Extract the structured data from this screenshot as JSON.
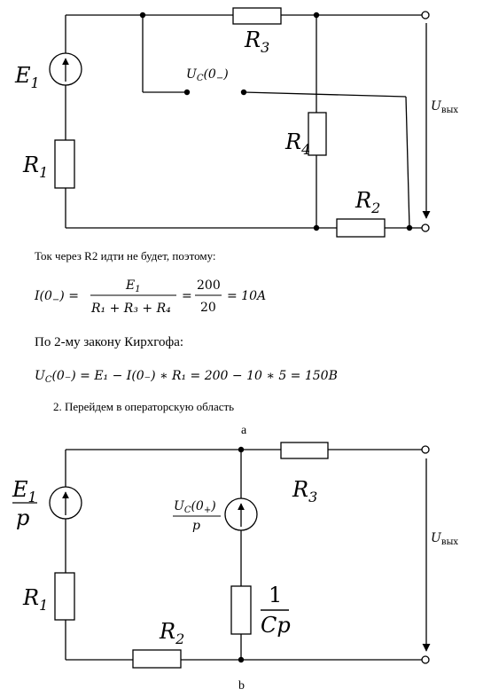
{
  "circuit_a": {
    "E1": "E",
    "E1_sub": "1",
    "R1": "R",
    "R1_sub": "1",
    "R3": "R",
    "R3_sub": "3",
    "R4": "R",
    "R4_sub": "4",
    "R2": "R",
    "R2_sub": "2",
    "uc0_minus": "U",
    "uc0_minus_sub": "C",
    "uc0_minus_arg": "(0",
    "uc0_minus_argsub": "−",
    "uc0_minus_close": ")",
    "uout": "U",
    "uout_sub": "вых",
    "caption": "а"
  },
  "text": {
    "line1": "Ток через R2 идти не будет, поэтому:",
    "eq1_lhs": "I(0",
    "eq1_lhs_sub": "−",
    "eq1_lhs_close": ") =",
    "eq1_num": "E",
    "eq1_num_sub": "1",
    "eq1_den": "R₁ + R₃ + R₄",
    "eq1_eq2": "=",
    "eq1_num2": "200",
    "eq1_den2": "20",
    "eq1_result": "= 10A",
    "line2": "По 2-му закону Кирхгофа:",
    "eq2": "U",
    "eq2_sub": "C",
    "eq2_rest": "(0₋) = E₁ − I(0₋) ∗ R₁ = 200 − 10 ∗ 5 = 150В",
    "step": "2.  Перейдем в операторскую область"
  },
  "circuit_b": {
    "E1p_num": "E",
    "E1p_num_sub": "1",
    "E1p_den": "p",
    "R1": "R",
    "R1_sub": "1",
    "R2": "R",
    "R2_sub": "2",
    "R3": "R",
    "R3_sub": "3",
    "uc_num": "U",
    "uc_num_sub": "C",
    "uc_num_arg": "(0",
    "uc_num_argsub": "+",
    "uc_num_close": ")",
    "uc_den": "p",
    "cp_num": "1",
    "cp_den": "Cp",
    "uout": "U",
    "uout_sub": "вых",
    "caption": "b"
  }
}
